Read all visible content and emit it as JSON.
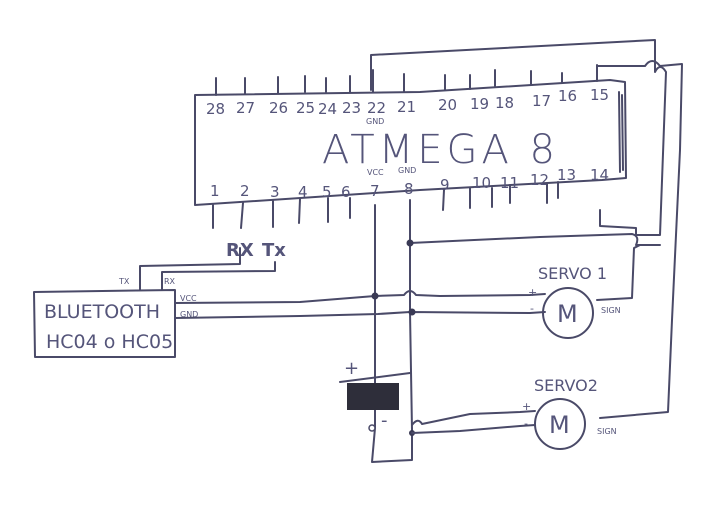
{
  "chip": {
    "name": "ATMEGA 8",
    "top_pins": [
      "28",
      "27",
      "26",
      "25",
      "24",
      "23",
      "22",
      "21",
      "20",
      "19",
      "18",
      "17",
      "16",
      "15"
    ],
    "bottom_pins": [
      "1",
      "2",
      "3",
      "4",
      "5",
      "6",
      "7",
      "8",
      "9",
      "10",
      "11",
      "12",
      "13",
      "14"
    ],
    "pin22_label": "GND",
    "pin7_label": "VCC",
    "pin8_label": "GND",
    "rx_label": "RX",
    "tx_label": "Tx"
  },
  "bluetooth": {
    "line1": "BLUETOOTH",
    "line2": "HC04 o HC05",
    "tx_pin": "TX",
    "rx_pin": "RX",
    "vcc_pin": "VCC",
    "gnd_pin": "GND"
  },
  "battery": {
    "plus": "+",
    "minus": "-"
  },
  "servo1": {
    "name": "SERVO 1",
    "symbol": "M",
    "plus": "+",
    "minus": "-",
    "signal": "SIGN"
  },
  "servo2": {
    "name": "SERVO2",
    "symbol": "M",
    "plus": "+",
    "minus": "-",
    "signal": "SIGN"
  },
  "colors": {
    "ink": "#4a4a68",
    "paper": "#ffffff"
  }
}
